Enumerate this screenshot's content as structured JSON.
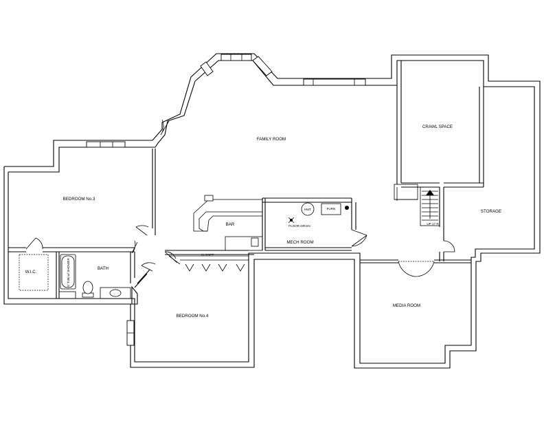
{
  "rooms": {
    "family_room": "FAMILY ROOM",
    "crawl_space": "CRAWL SPACE",
    "bedroom_3": "BEDROOM No.3",
    "bar": "BAR",
    "mech_room": "MECH ROOM",
    "storage": "STORAGE",
    "wic": "W.I.C.",
    "bath": "BATH",
    "bedroom_4": "BEDROOM No.4",
    "media_room": "MEDIA ROOM"
  },
  "fixtures": {
    "closet": "CLOSET",
    "hwt": "HWT",
    "furn": "FURN",
    "floor_drain": "FLOOR DRAIN",
    "stairs": "UP 17 R",
    "tub_shower": "5' TUB w/ SHOWER"
  }
}
